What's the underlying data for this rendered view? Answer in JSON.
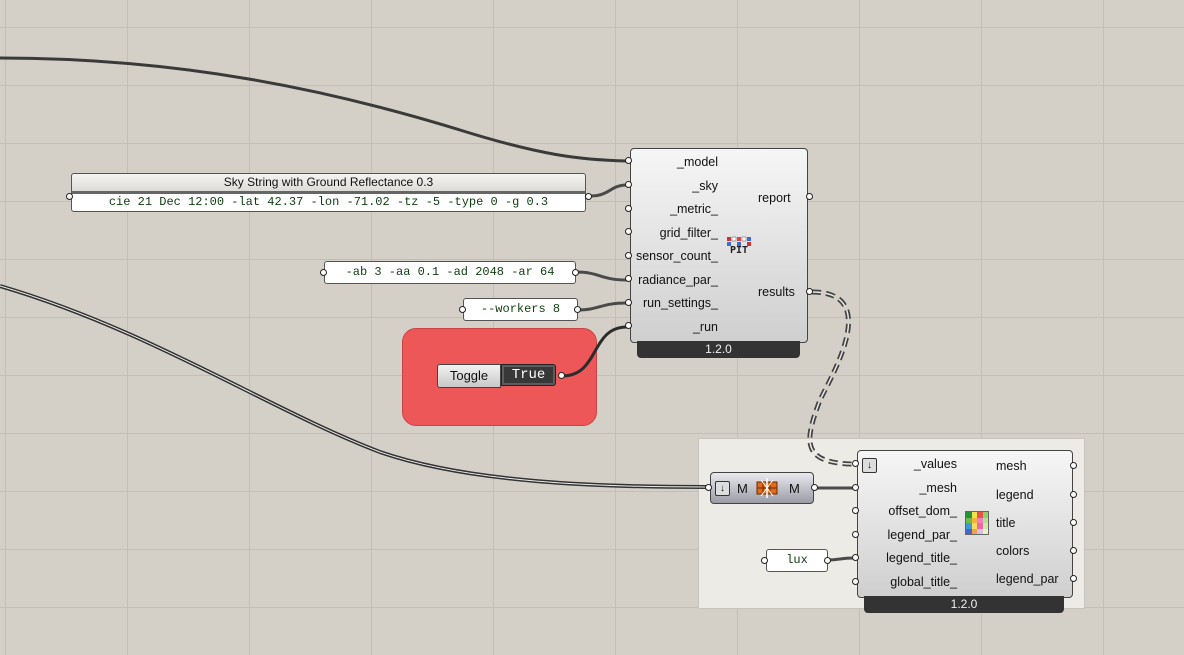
{
  "canvas": {
    "background": "#d4d0c8",
    "grid": true
  },
  "sky_panel": {
    "title": "Sky String with Ground Reflectance 0.3",
    "value": "cie 21 Dec 12:00 -lat 42.37 -lon -71.02 -tz -5 -type 0 -g 0.3"
  },
  "radiance_panel": {
    "value": "-ab 3 -aa 0.1 -ad 2048 -ar 64"
  },
  "workers_panel": {
    "value": "--workers 8"
  },
  "lux_panel": {
    "value": "lux"
  },
  "toggle": {
    "label": "Toggle",
    "value": "True",
    "group_color": "#ee5757"
  },
  "pit_component": {
    "icon": "pit-icon",
    "icon_text": "PIT",
    "inputs": [
      "_model",
      "_sky",
      "_metric_",
      "grid_filter_",
      "sensor_count_",
      "radiance_par_",
      "run_settings_",
      "_run"
    ],
    "outputs": [
      "report",
      "results"
    ],
    "version": "1.2.0"
  },
  "mesh_param": {
    "left": "M",
    "right": "M",
    "icon": "mesh-icon"
  },
  "spatial_heatmap_component": {
    "icon": "legend-icon",
    "inputs": [
      "_values",
      "_mesh",
      "offset_dom_",
      "legend_par_",
      "legend_title_",
      "global_title_"
    ],
    "outputs": [
      "mesh",
      "legend",
      "title",
      "colors",
      "legend_par"
    ],
    "version": "1.2.0"
  }
}
